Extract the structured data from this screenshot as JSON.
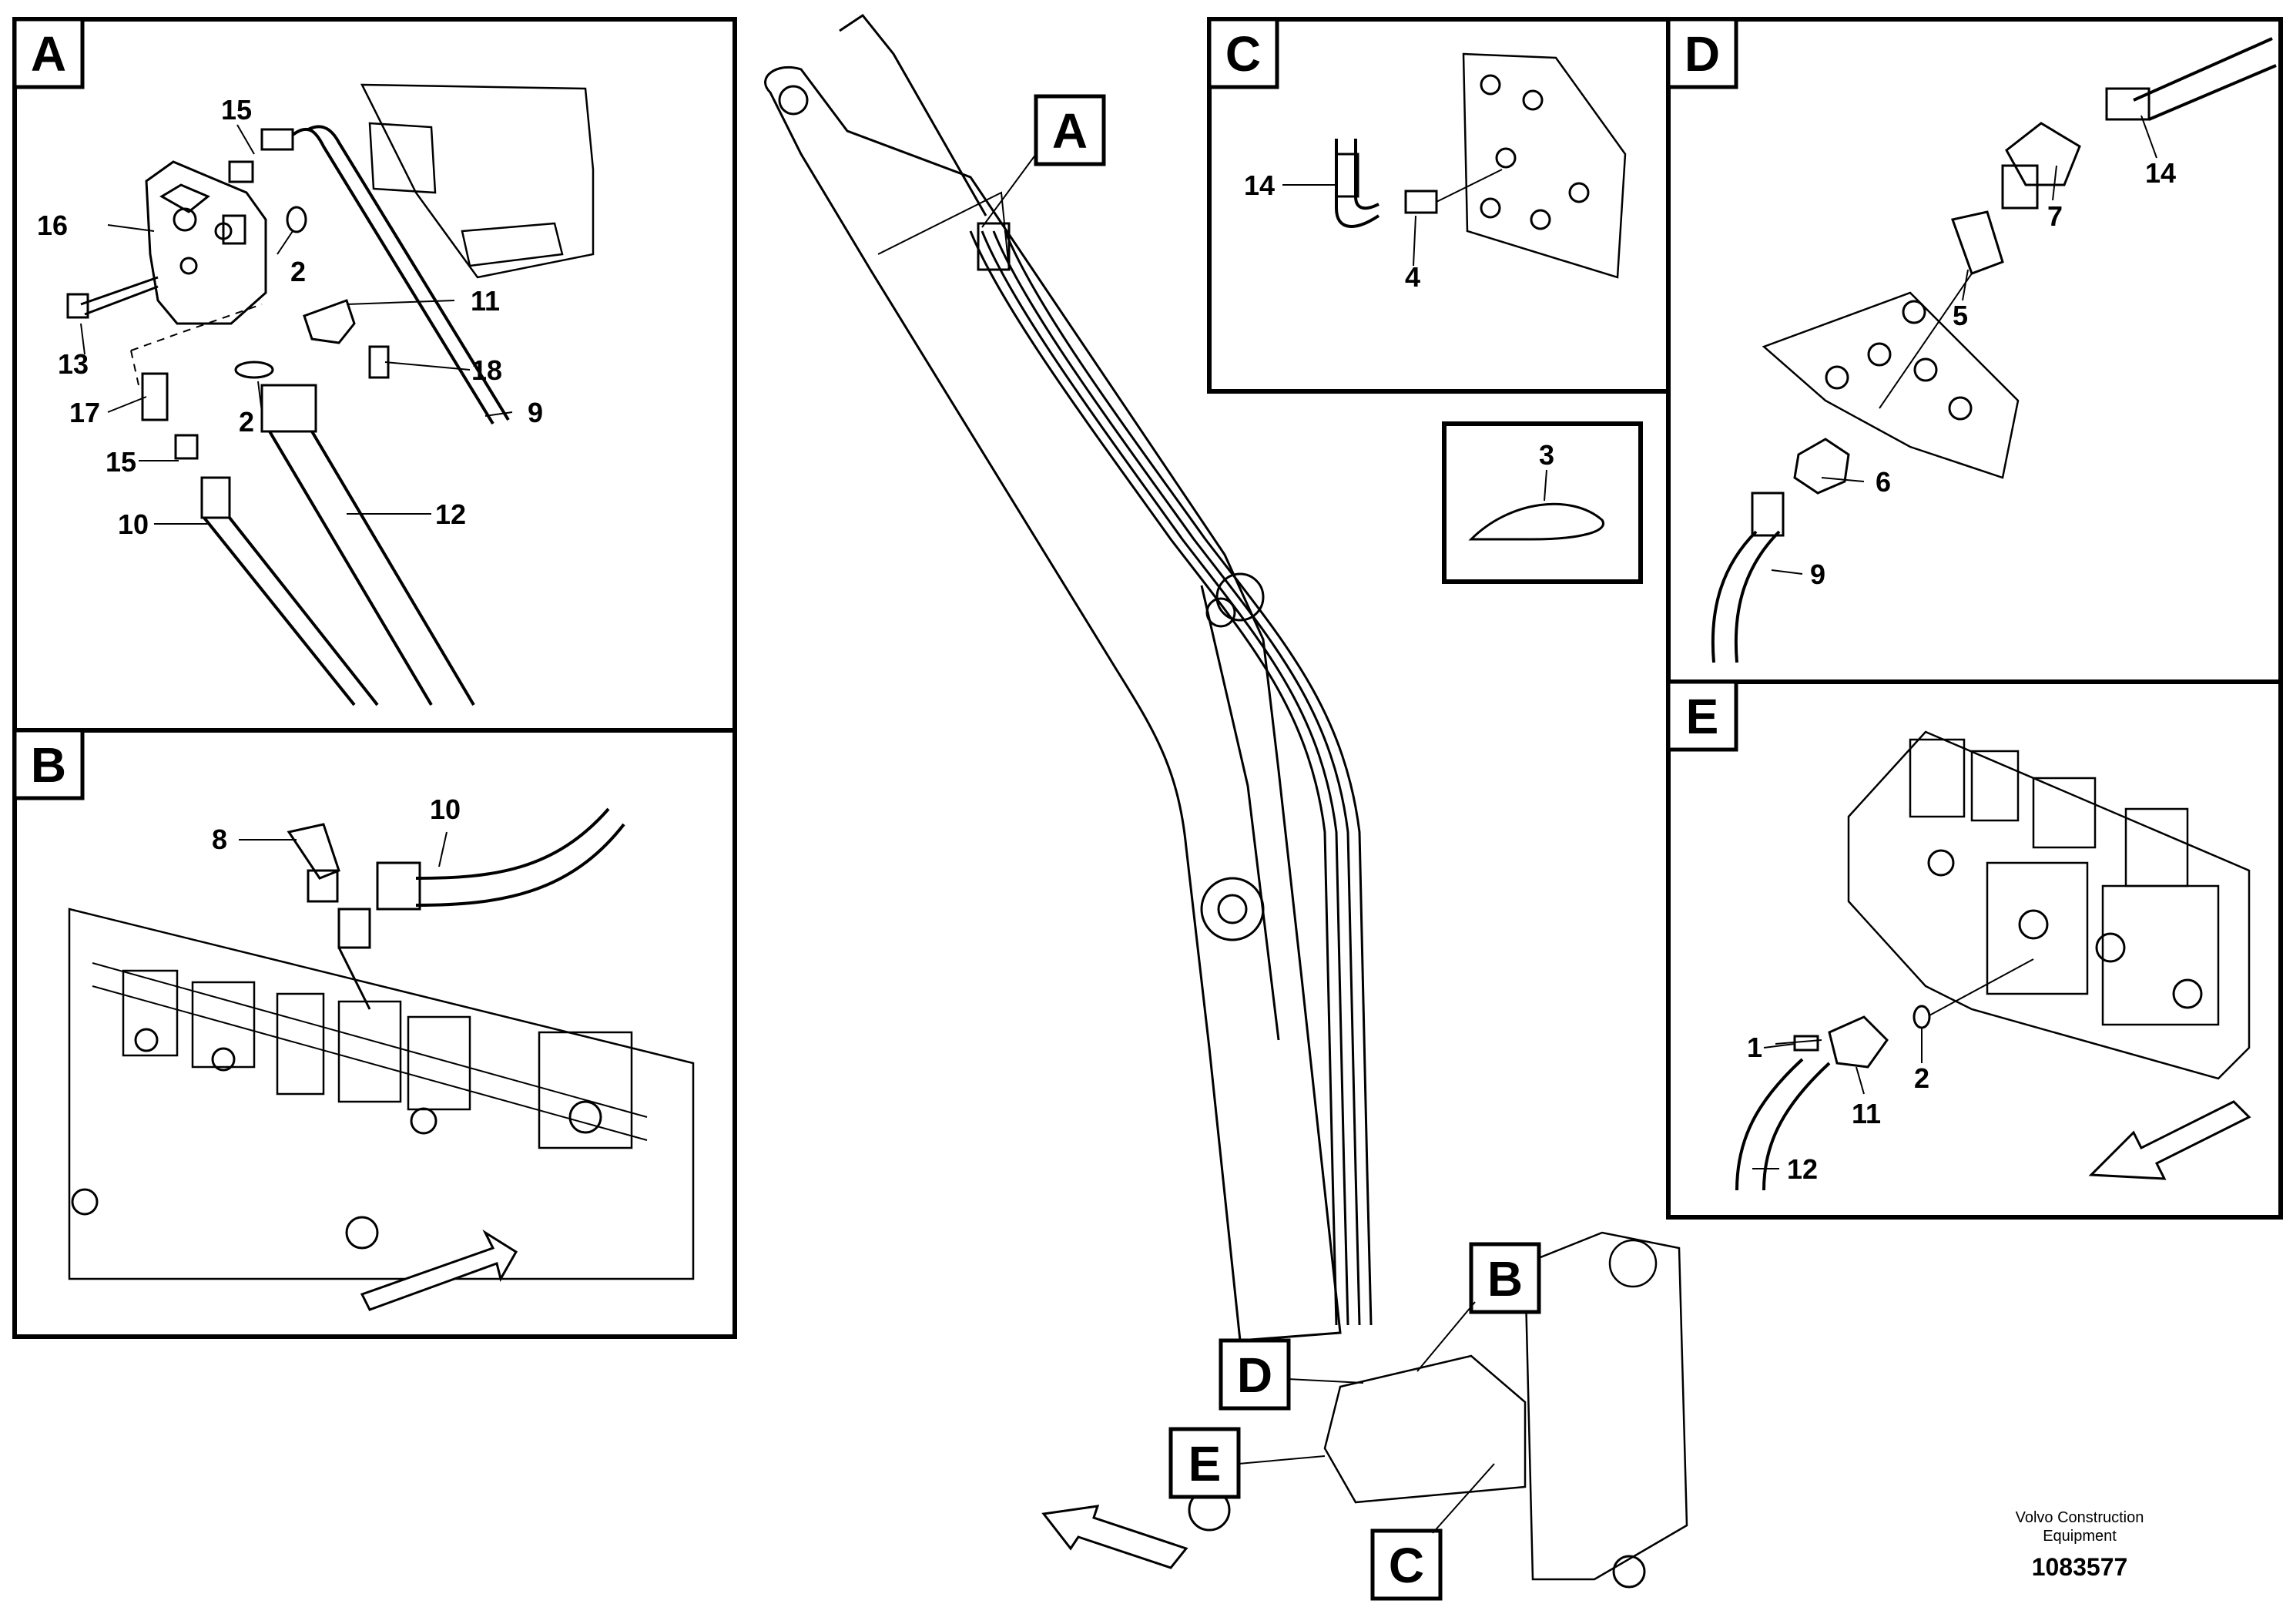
{
  "panels": {
    "A": {
      "letter": "A",
      "callouts": [
        "15",
        "16",
        "2",
        "11",
        "13",
        "18",
        "17",
        "2",
        "9",
        "15",
        "12",
        "10"
      ]
    },
    "B": {
      "letter": "B",
      "callouts": [
        "8",
        "10"
      ]
    },
    "C": {
      "letter": "C",
      "callouts": [
        "14",
        "4"
      ]
    },
    "D": {
      "letter": "D",
      "callouts": [
        "14",
        "7",
        "5",
        "6",
        "9"
      ]
    },
    "E": {
      "letter": "E",
      "callouts": [
        "1",
        "2",
        "11",
        "12"
      ]
    },
    "tie": {
      "callout": "3"
    }
  },
  "main_view_tags": {
    "A": "A",
    "B": "B",
    "C": "C",
    "D": "D",
    "E": "E"
  },
  "footer": {
    "company_line1": "Volvo Construction",
    "company_line2": "Equipment",
    "drawing_number": "1083577"
  }
}
